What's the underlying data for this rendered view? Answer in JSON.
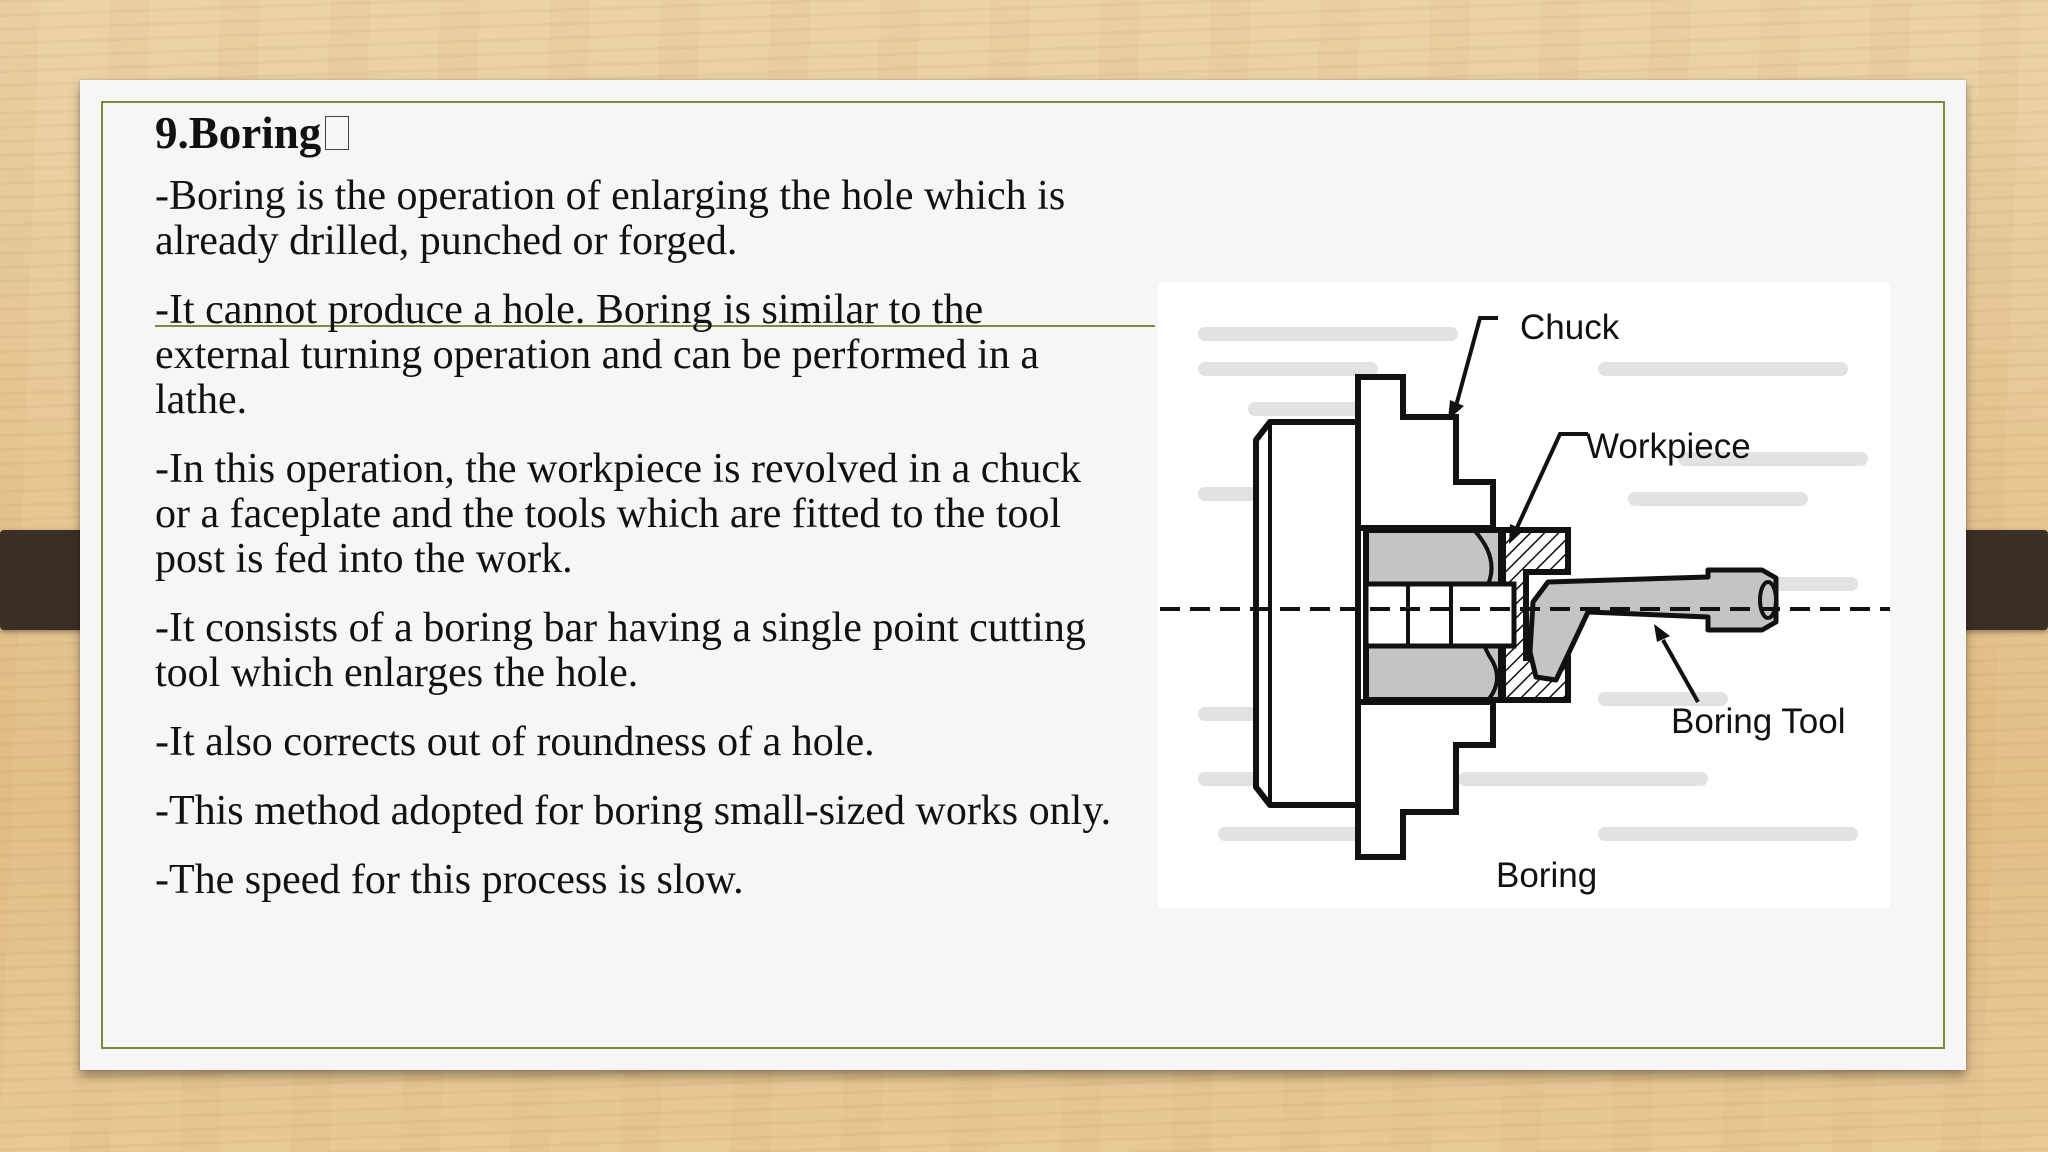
{
  "slide": {
    "title": "9.Boring",
    "paragraphs": [
      "-Boring is the operation of enlarging the hole which is already drilled, punched or forged.",
      "-It cannot produce a hole. Boring is similar to the external turning operation and can be performed in a lathe.",
      "-In this operation, the workpiece is revolved in a chuck or a faceplate and the tools which are fitted to the tool post is fed into the work.",
      "-It consists of a boring bar having a single point cutting tool which enlarges the hole.",
      "-It also corrects out of roundness of a hole.",
      "-This method adopted for boring small-sized works only.",
      "-The speed for this process is slow."
    ]
  },
  "figure": {
    "labels": {
      "chuck": "Chuck",
      "workpiece": "Workpiece",
      "boring_tool": "Boring Tool",
      "caption": "Boring"
    }
  },
  "colors": {
    "frame": "#7c8b3a",
    "clip": "#3b2f27",
    "slide_bg": "#f6f6f8"
  }
}
